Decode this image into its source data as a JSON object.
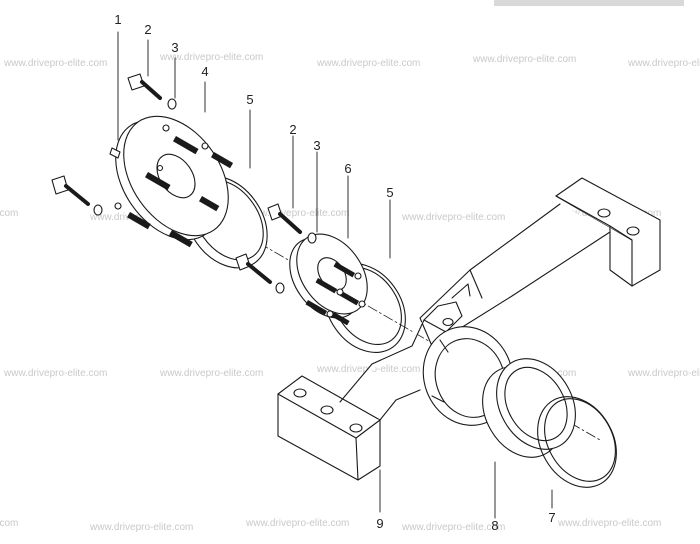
{
  "watermark_text": "www.drivepro-elite.com",
  "callouts": [
    "1",
    "2",
    "3",
    "4",
    "5",
    "2",
    "3",
    "6",
    "5",
    "9",
    "8",
    "7"
  ]
}
